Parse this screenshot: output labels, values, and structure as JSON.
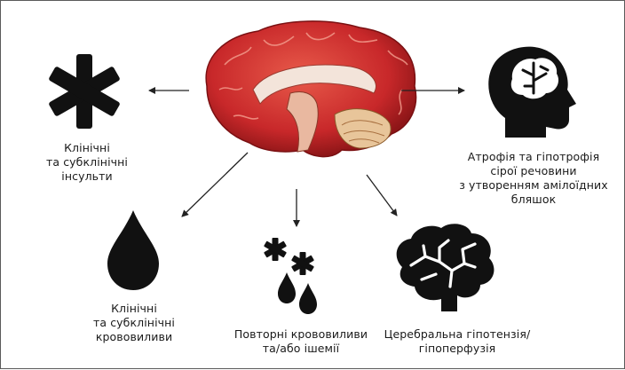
{
  "diagram": {
    "center": {
      "icon": "brain-illustration"
    },
    "nodes": [
      {
        "id": "strokes",
        "icon": "asterisk-icon",
        "label": "Клінічні\nта субклінічні\nінсульти"
      },
      {
        "id": "atrophy",
        "icon": "head-brain-icon",
        "label": "Атрофія та гіпотрофія\nсірої речовини\nз утворенням амілоїдних\nбляшок"
      },
      {
        "id": "hemorrhages",
        "icon": "drop-icon",
        "label": "Клінічні\nта субклінічні\nкрововиливи"
      },
      {
        "id": "repeated",
        "icon": "asterisks-drops-icon",
        "label": "Повторні крововиливи\nта/або ішемії"
      },
      {
        "id": "hypotension",
        "icon": "brain-icon",
        "label": "Церебральна гіпотензія/\nгіпоперфузія"
      }
    ],
    "colors": {
      "icon": "#111111",
      "arrow": "#222222",
      "brain_red": "#c8282a"
    }
  }
}
